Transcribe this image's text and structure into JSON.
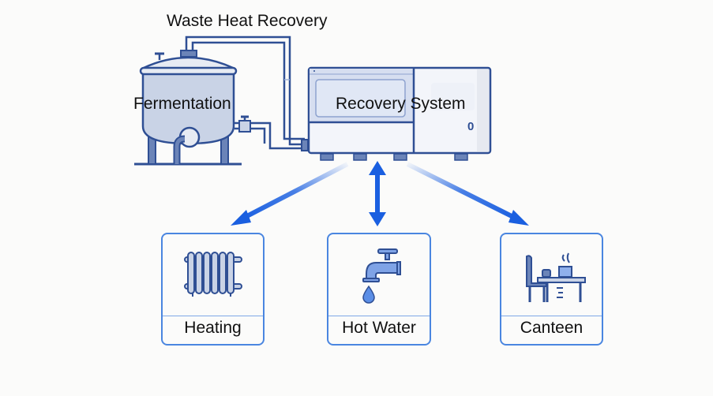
{
  "title": "Waste Heat Recovery",
  "source": {
    "label": "Fermentation"
  },
  "system": {
    "label": "Recovery System",
    "indicator": "0"
  },
  "outputs": [
    {
      "label": "Heating",
      "icon": "radiator-icon"
    },
    {
      "label": "Hot Water",
      "icon": "faucet-icon"
    },
    {
      "label": "Canteen",
      "icon": "dining-table-icon"
    }
  ],
  "colors": {
    "line": "#2f4f94",
    "fill_light": "#c9d3e6",
    "arrow": "#1a5fe0",
    "card_border": "#4a86e0"
  }
}
